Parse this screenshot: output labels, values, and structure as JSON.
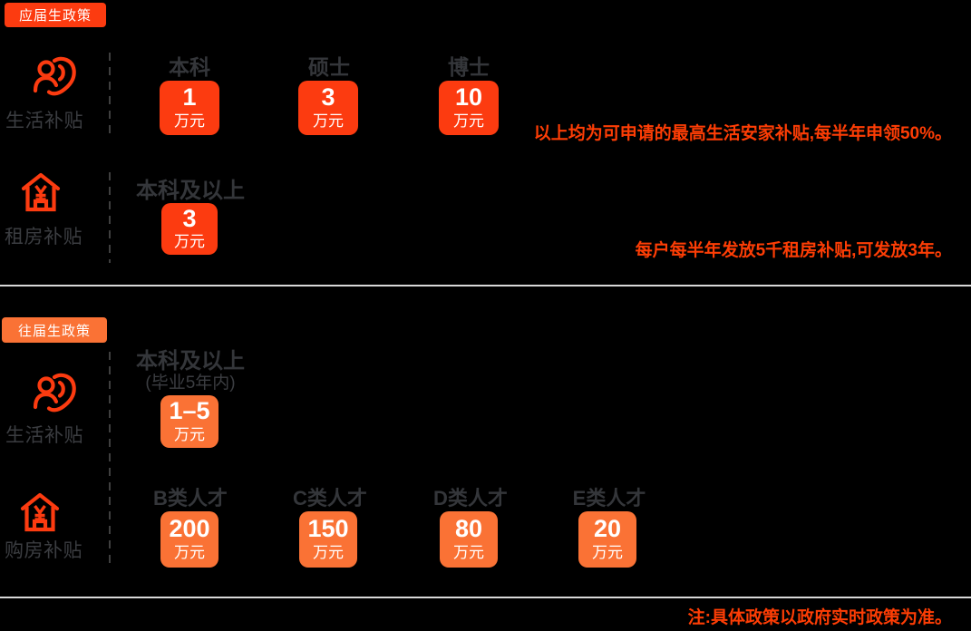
{
  "colors": {
    "red": "#fc3b10",
    "orange": "#fa7235",
    "accent": "#fd3d05",
    "text-dark": "#34363a",
    "text-label": "#3b3d41",
    "divider": "#d9d9d9",
    "dashed": "#3f3f3f",
    "bg": "#000000",
    "white": "#ffffff"
  },
  "sections": {
    "s1": {
      "badge": "应届生政策",
      "living": {
        "label": "生活补贴",
        "icon": "people-care-icon",
        "cols": [
          {
            "header": "本科",
            "value": "1",
            "unit": "万元"
          },
          {
            "header": "硕士",
            "value": "3",
            "unit": "万元"
          },
          {
            "header": "博士",
            "value": "10",
            "unit": "万元"
          }
        ],
        "note": "以上均为可申请的最高生活安家补贴,每半年申领50%。"
      },
      "rent": {
        "label": "租房补贴",
        "icon": "house-yen-icon",
        "cols": [
          {
            "header": "本科及以上",
            "value": "3",
            "unit": "万元"
          }
        ],
        "note": "每户每半年发放5千租房补贴,可发放3年。"
      }
    },
    "s2": {
      "badge": "往届生政策",
      "living": {
        "label": "生活补贴",
        "icon": "people-care-icon",
        "cols": [
          {
            "header": "本科及以上",
            "subheader": "(毕业5年内)",
            "value": "1–5",
            "unit": "万元"
          }
        ]
      },
      "purchase": {
        "label": "购房补贴",
        "icon": "house-yen-icon",
        "cols": [
          {
            "header": "B类人才",
            "value": "200",
            "unit": "万元"
          },
          {
            "header": "C类人才",
            "value": "150",
            "unit": "万元"
          },
          {
            "header": "D类人才",
            "value": "80",
            "unit": "万元"
          },
          {
            "header": "E类人才",
            "value": "20",
            "unit": "万元"
          }
        ]
      }
    }
  },
  "footer": {
    "note": "注:具体政策以政府实时政策为准。"
  }
}
